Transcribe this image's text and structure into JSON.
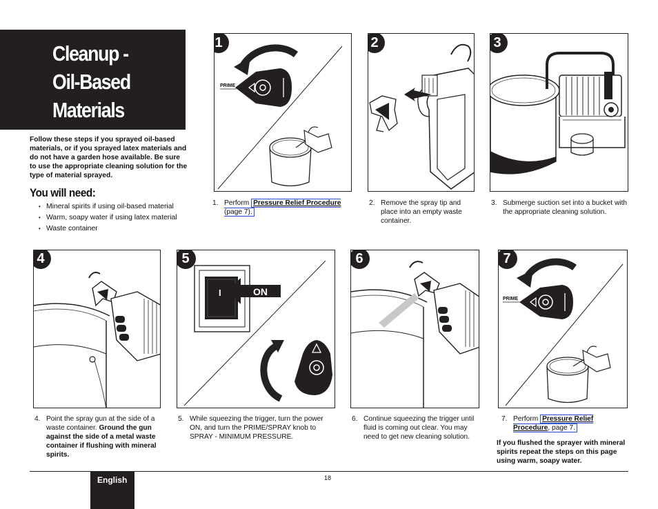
{
  "title": {
    "line1": "Cleanup -",
    "line2": "Oil-Based",
    "line3": "Materials"
  },
  "intro": "Follow these steps if you sprayed oil-based materials, or if you sprayed latex materials and do not have a garden hose available. Be sure to use the appropriate cleaning solution for the type of material sprayed.",
  "you_will_need": {
    "heading": "You will need:",
    "items": [
      "Mineral spirits if using oil-based material",
      "Warm, soapy water if using latex material",
      "Waste container"
    ]
  },
  "steps": [
    {
      "number": "1",
      "caption_num": "1.",
      "pre": "Perform ",
      "link": "Pressure Relief Procedure",
      "post": " (page 7).",
      "label": "PRIME"
    },
    {
      "number": "2",
      "caption_num": "2.",
      "text": "Remove the spray tip and place into an empty waste container."
    },
    {
      "number": "3",
      "caption_num": "3.",
      "text": "Submerge suction set into a bucket with the appropriate cleaning solution."
    },
    {
      "number": "4",
      "caption_num": "4.",
      "text": "Point the spray gun at the side of a waste container.",
      "bold": "Ground the gun against the side of a metal waste container if flushing with mineral spirits."
    },
    {
      "number": "5",
      "caption_num": "5.",
      "text": "While squeezing the trigger, turn the power ON, and turn the PRIME/SPRAY knob to SPRAY - MINIMUM PRESSURE.",
      "switch_label": "I",
      "on_label": "ON"
    },
    {
      "number": "6",
      "caption_num": "6.",
      "text": "Continue squeezing the trigger until fluid is coming out clear. You may need to get new cleaning solution."
    },
    {
      "number": "7",
      "caption_num": "7.",
      "pre": "Perform ",
      "link": "Pressure Relief Procedure",
      "post": ", page 7.",
      "label": "PRIME"
    }
  ],
  "note": "If you flushed the sprayer with mineral spirits repeat the steps on this page using warm, soapy water.",
  "footer": {
    "language": "English",
    "page_number": "18"
  },
  "colors": {
    "dark": "#231f20",
    "link_border": "#2b4fd1"
  }
}
